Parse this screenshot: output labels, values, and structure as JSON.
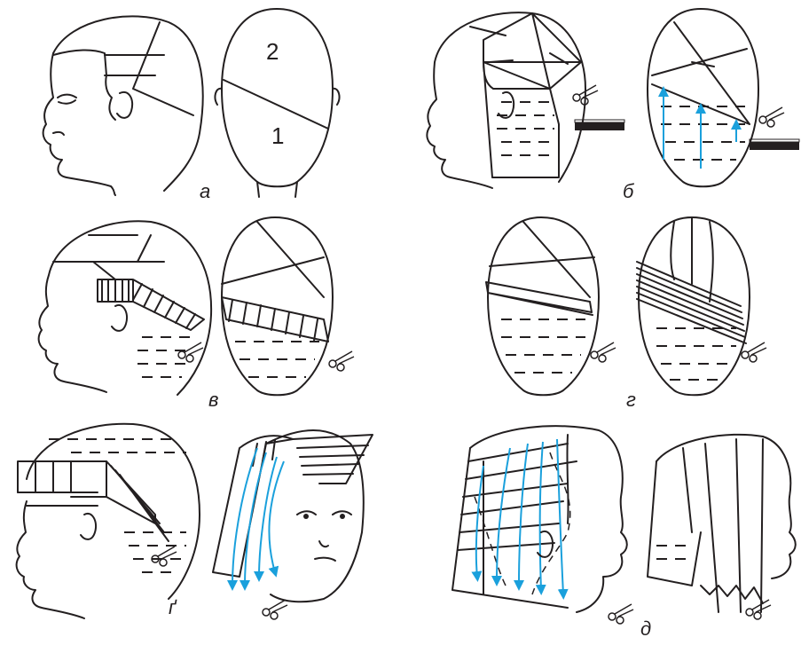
{
  "figure": {
    "labels": {
      "a": "а",
      "b": "б",
      "v": "в",
      "g": "г",
      "g_prime": "ґ",
      "d": "д"
    },
    "zone_numbers": {
      "upper": "2",
      "lower": "1"
    },
    "colors": {
      "line": "#231f20",
      "arrow": "#1aa0dc",
      "background": "#ffffff"
    },
    "icons": [
      "scissors-icon",
      "comb-icon"
    ]
  }
}
